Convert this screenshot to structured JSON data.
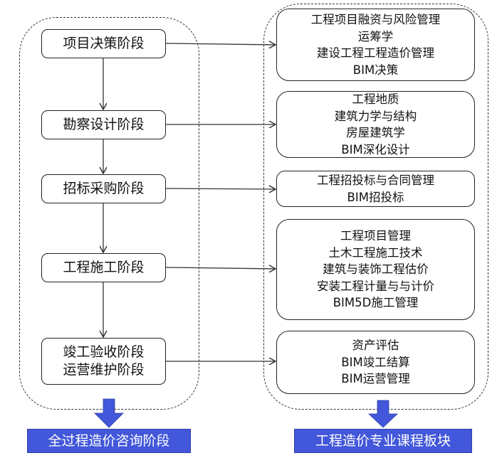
{
  "left_panel": {
    "stages": [
      {
        "lines": [
          "项目决策阶段"
        ]
      },
      {
        "lines": [
          "勘察设计阶段"
        ]
      },
      {
        "lines": [
          "招标采购阶段"
        ]
      },
      {
        "lines": [
          "工程施工阶段"
        ]
      },
      {
        "lines": [
          "竣工验收阶段",
          "运营维护阶段"
        ]
      }
    ],
    "footer_label": "全过程造价咨询阶段"
  },
  "right_panel": {
    "courses": [
      {
        "lines": [
          "工程项目融资与风险管理",
          "运筹学",
          "建设工程工程造价管理",
          "BIM决策"
        ]
      },
      {
        "lines": [
          "工程地质",
          "建筑力学与结构",
          "房屋建筑学",
          "BIM深化设计"
        ]
      },
      {
        "lines": [
          "工程招投标与合同管理",
          "BIM招投标"
        ]
      },
      {
        "lines": [
          "工程项目管理",
          "土木工程施工技术",
          "建筑与装饰工程估价",
          "安装工程计量与与计价",
          "BIM5D施工管理"
        ]
      },
      {
        "lines": [
          "资产评估",
          "BIM竣工结算",
          "BIM运营管理"
        ]
      }
    ],
    "footer_label": "工程造价专业课程板块"
  },
  "colors": {
    "label_fill": "#4257d9",
    "line": "#333333"
  }
}
